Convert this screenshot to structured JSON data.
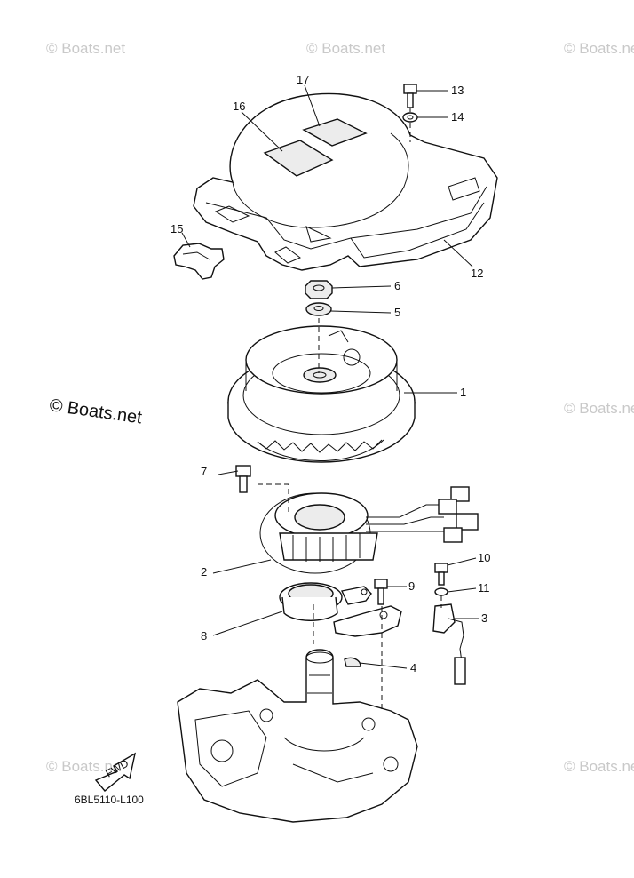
{
  "watermarks": {
    "small": "© Boats.net",
    "large": "© Boats.net"
  },
  "diagram_code": "6BL5110-L100",
  "fwd_label": "FWD",
  "callouts": {
    "c1": "1",
    "c2": "2",
    "c3": "3",
    "c4": "4",
    "c5": "5",
    "c6": "6",
    "c7": "7",
    "c8": "8",
    "c9": "9",
    "c10": "10",
    "c11": "11",
    "c12": "12",
    "c13": "13",
    "c14": "14",
    "c15": "15",
    "c16": "16",
    "c17": "17"
  },
  "colors": {
    "line": "#111111",
    "watermark": "#c9c9c9",
    "background": "#ffffff"
  }
}
